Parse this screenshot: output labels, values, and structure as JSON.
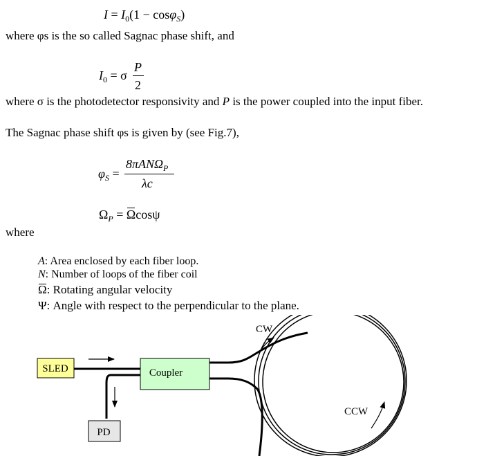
{
  "text": {
    "eq1_lhs": "I",
    "eq1_eq": "=",
    "eq1_i0": "I",
    "eq1_i0_sub": "0",
    "eq1_paren": "(1 − cos",
    "eq1_phi": "φ",
    "eq1_phi_sub": "S",
    "eq1_close": ")",
    "line_where_sagnac": "where φs is the so called Sagnac phase shift, and",
    "eq2_lhs": "I",
    "eq2_lhs_sub": "0",
    "eq2_mid": "= σ",
    "eq2_num": "P",
    "eq2_den": "2",
    "line_where_sigma_a": "where σ is the photodetector responsivity and ",
    "line_where_sigma_p": "P",
    "line_where_sigma_b": " is the power coupled into the input fiber.",
    "line_sagnac_given": "The Sagnac phase shift φs is given by (see Fig.7),",
    "eq3_lhs": "φ",
    "eq3_lhs_sub": "S",
    "eq3_eq": "=",
    "eq3_num": "8πANΩ",
    "eq3_num_sub": "P",
    "eq3_den": "λc",
    "eq4_lhs": "Ω",
    "eq4_lhs_sub": "P",
    "eq4_eq": "=",
    "eq4_omega": "Ω",
    "eq4_rest": "cosψ",
    "line_where": "where",
    "def_a_sym": "A",
    "def_a_text": ": Area enclosed by each fiber loop.",
    "def_n_sym": "N",
    "def_n_text": ": Number of loops of the fiber coil",
    "def_omega_sym": "Ω",
    "def_omega_text": ": Rotating angular velocity",
    "def_psi_sym": "Ψ",
    "def_psi_text": ": Angle with respect to the perpendicular to the plane."
  },
  "figure": {
    "sled_label": "SLED",
    "coupler_label": "Coupler",
    "pd_label": "PD",
    "cw_label": "CW",
    "ccw_label": "CCW",
    "colors": {
      "sled_fill": "#ffff99",
      "coupler_fill": "#ccffcc",
      "pd_fill": "#e6e6e6",
      "stroke": "#000000"
    }
  }
}
